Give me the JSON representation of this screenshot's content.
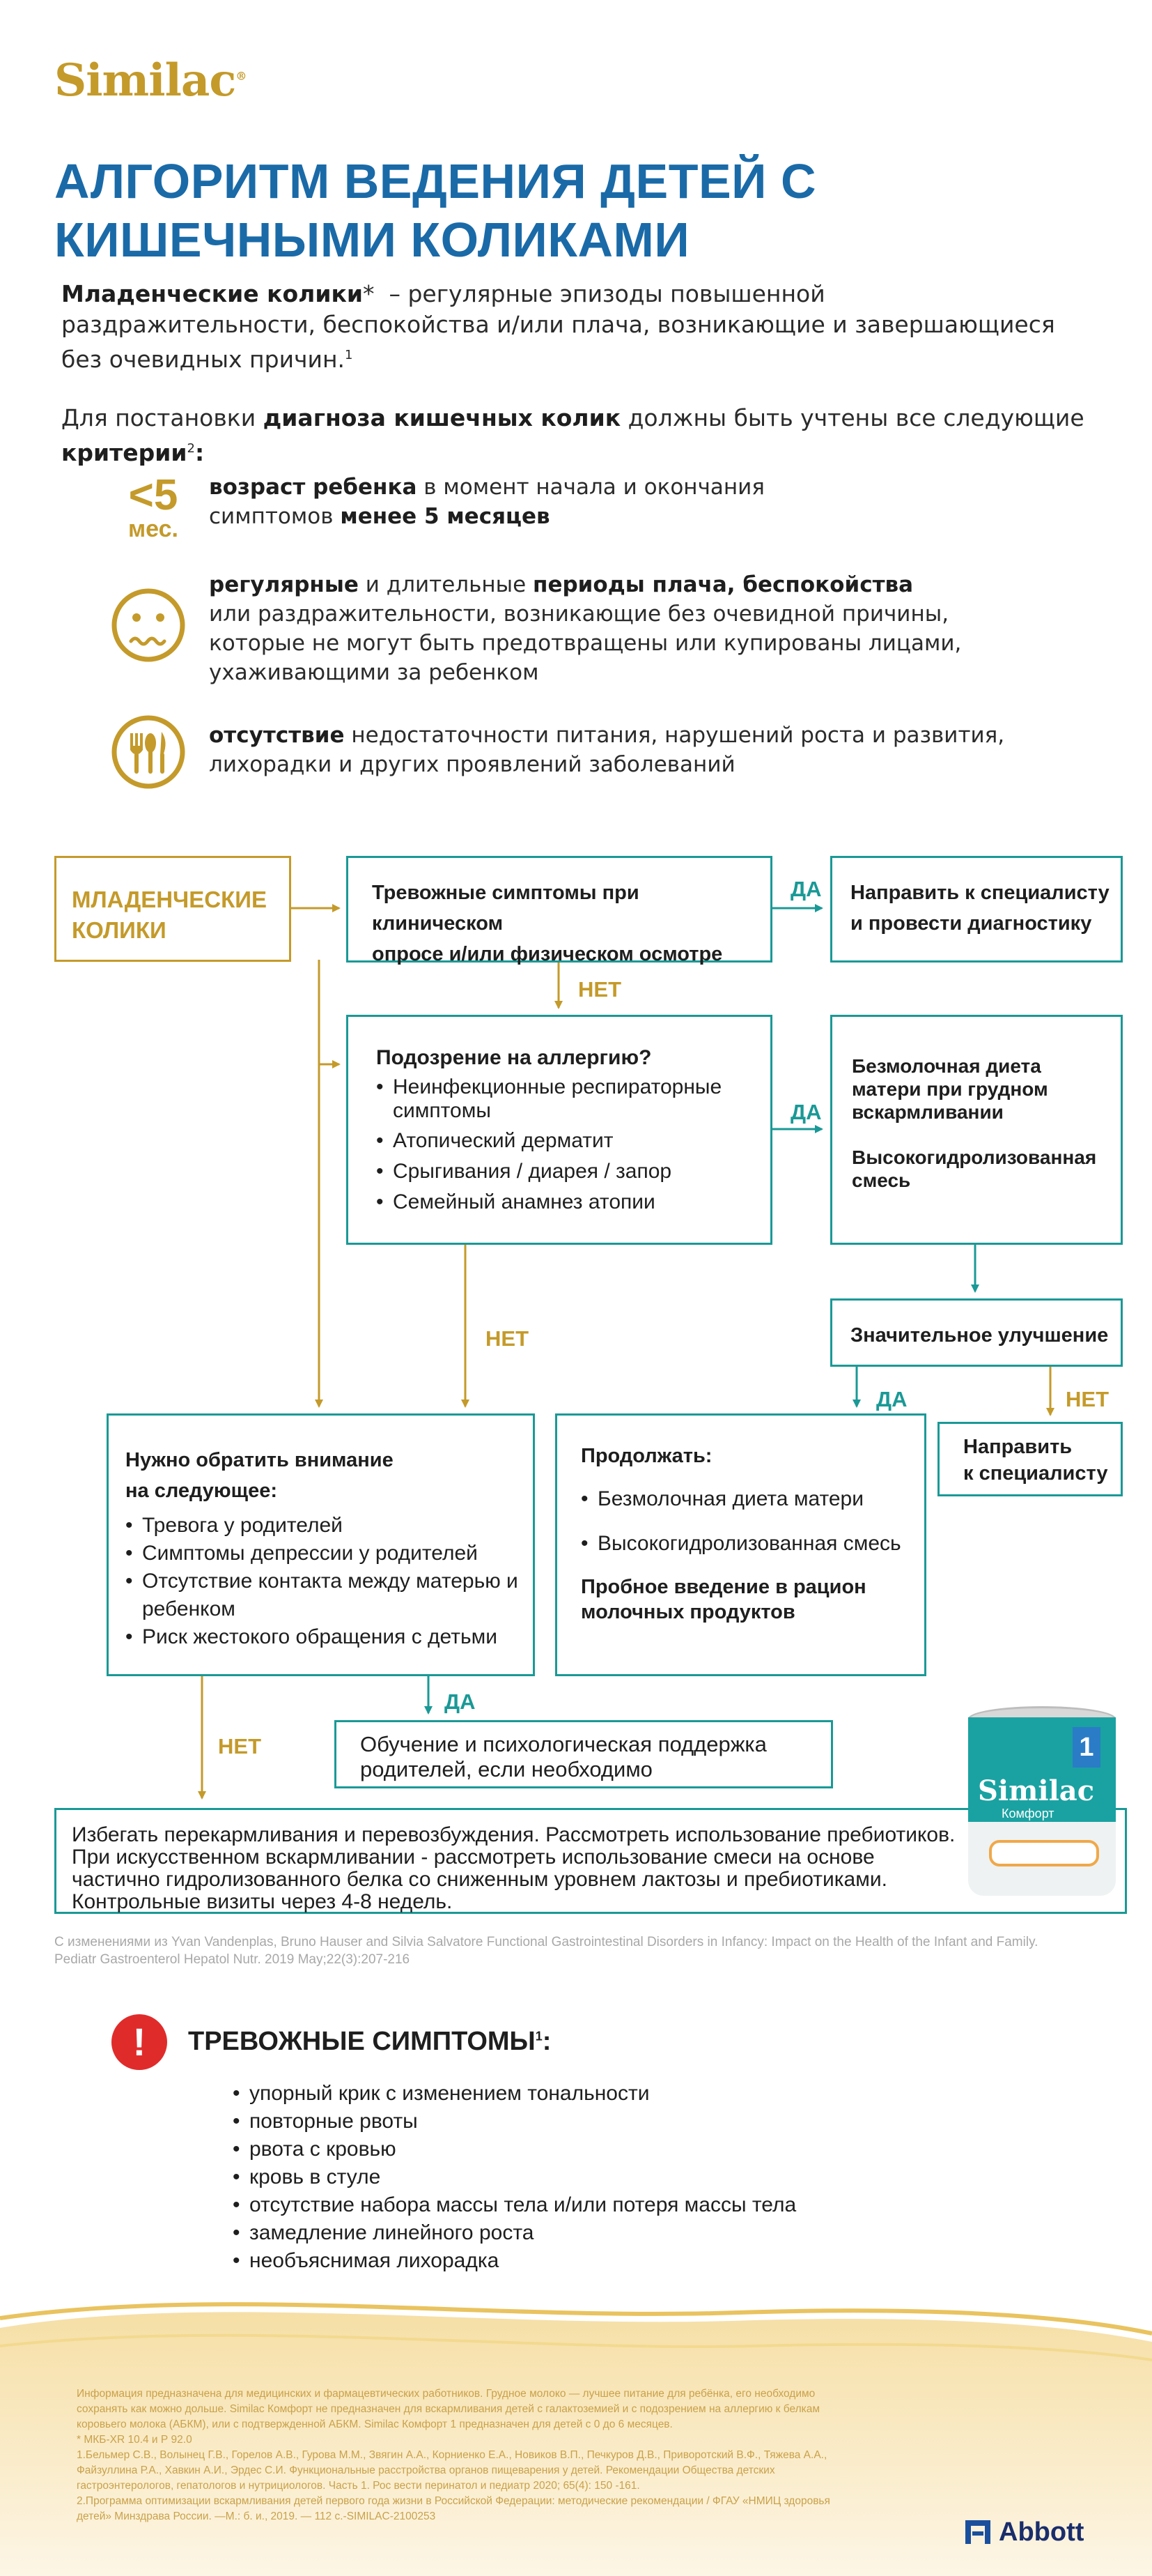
{
  "brand": {
    "name": "Similac",
    "mark": "®"
  },
  "title": "АЛГОРИТМ ВЕДЕНИЯ ДЕТЕЙ С КИШЕЧНЫМИ КОЛИКАМИ",
  "intro": {
    "term": "Младенческие колики",
    "asterisk": "*",
    "dash_text": "– регулярные эпизоды повышенной",
    "line2": "раздражительности, беспокойства и/или плача, возникающие и завершающиеся",
    "line3": "без очевидных причин.",
    "ref": "1"
  },
  "criteria_intro": {
    "part1": "Для постановки ",
    "bold1": "диагноза кишечных колик",
    "part2": " должны быть учтены все следующие ",
    "bold2": "критерии",
    "ref": "2",
    "colon": ":"
  },
  "criteria": [
    {
      "icon": "age-limit-icon",
      "icon_big": "<5",
      "icon_small": "мес.",
      "b1": "возраст ребенка",
      "t1": " в момент начала и окончания",
      "t2": "симптомов ",
      "b2": "менее 5 месяцев"
    },
    {
      "icon": "crying-face-icon",
      "b1": "регулярные",
      "t1": " и длительные ",
      "b2": "периоды плача, беспокойства",
      "l2": "или раздражительности, возникающие без очевидной причины,",
      "l3": "которые не могут быть предотвращены или купированы лицами,",
      "l4": "ухаживающими за ребенком"
    },
    {
      "icon": "cutlery-icon",
      "b1": "отсутствие",
      "t1": " недостаточности питания, нарушений роста и развития,",
      "l2": "лихорадки и других проявлений заболеваний"
    }
  ],
  "flow": {
    "start": {
      "l1": "МЛАДЕНЧЕСКИЕ",
      "l2": "КОЛИКИ"
    },
    "alarm_q": {
      "l1": "Тревожные симптомы при клиническом",
      "l2": "опросе и/или физическом осмотре"
    },
    "refer_diag": {
      "l1": "Направить к специалисту",
      "l2": "и провести диагностику"
    },
    "allergy": {
      "title": "Подозрение на аллергию?",
      "items": [
        "Неинфекционные респираторные симптомы",
        "Атопический дерматит",
        "Срыгивания / диарея / запор",
        "Семейный анамнез атопии"
      ]
    },
    "diet": {
      "l1": "Безмолочная диета",
      "l2": "матери при грудном",
      "l3": "вскармливании",
      "l4": "Высокогидролизованная",
      "l5": "смесь"
    },
    "improve": "Значительное улучшение",
    "attention": {
      "l1": "Нужно обратить внимание",
      "l2": "на следующее:",
      "items": [
        "Тревога у родителей",
        "Симптомы депрессии у родителей",
        "Отсутствие контакта между матерью и ребенком",
        "Риск жестокого обращения с детьми"
      ]
    },
    "continue": {
      "title": "Продолжать:",
      "items": [
        "Безмолочная диета матери",
        "Высокогидролизованная смесь"
      ],
      "b1": "Пробное введение в рацион",
      "b2": "молочных продуктов"
    },
    "refer2": {
      "l1": "Направить",
      "l2": "к специалисту"
    },
    "education": {
      "l1": "Обучение и психологическая поддержка",
      "l2": "родителей, если необходимо"
    },
    "final": {
      "l1": "Избегать перекармливания и перевозбуждения. Рассмотреть использование пребиотиков.",
      "l2": "При искусственном вскармливании - рассмотреть использование смеси на основе",
      "l3": "частично гидролизованного белка со сниженным уровнем лактозы и пребиотиками.",
      "l4": "Контрольные визиты через 4-8 недель."
    },
    "labels": {
      "yes": "ДА",
      "no": "НЕТ"
    }
  },
  "product": {
    "brand": "Similac",
    "name": "Комфорт",
    "stage": "1"
  },
  "source": {
    "l1": "С изменениями из Yvan Vandenplas, Bruno Hauser  and Silvia Salvatore Functional Gastrointestinal Disorders in Infancy: Impact on the Health of the Infant and Family.",
    "l2": "Pediatr Gastroenterol Hepatol Nutr. 2019 May;22(3):207-216"
  },
  "alarm": {
    "title": "ТРЕВОЖНЫЕ СИМПТОМЫ",
    "ref": "1",
    "colon": ":",
    "items": [
      "упорный крик с изменением тональности",
      "повторные рвоты",
      "рвота с кровью",
      "кровь в стуле",
      "отсутствие набора массы тела и/или потеря массы тела",
      "замедление линейного роста",
      "необъяснимая лихорадка"
    ]
  },
  "footer": {
    "lines": [
      "Информация предназначена для медицинских и фармацевтических работников. Грудное молоко — лучшее питание для ребёнка, его необходимо",
      "сохранять как можно дольше. Similac Комфорт не предназначен для вскармливания детей с галактоземией и с подозрением на аллергию к белкам",
      "коровьего молока (АБКМ), или с подтвержденной АБКМ. Similac Комфорт 1 предназначен для детей с 0 до 6 месяцев.",
      "* МКБ-ХR 10.4 и Р 92.0",
      "1.Бельмер С.В., Волынец Г.В., Горелов А.В., Гурова М.М., Звягин А.А., Корниенко Е.А., Новиков В.П., Печкуров Д.В., Приворотский В.Ф., Тяжева А.А.,",
      "Файзуллина Р.А., Хавкин А.И., Эрдес С.И. Функциональные расстройства органов пищеварения у детей. Рекомендации Общества детских",
      "гастроэнтерологов, гепатологов и нутрициологов. Часть 1. Рос вести перинатол и педиатр 2020; 65(4): 150 -161.",
      "2.Программа оптимизации вскармливания детей первого года жизни в Российской Федерации: методические рекомендации / ФГАУ «НМИЦ здоровья",
      "детей» Минздрава России. —М.: б. и., 2019. — 112 с.-SIMILAC-2100253"
    ],
    "company": "Abbott"
  }
}
